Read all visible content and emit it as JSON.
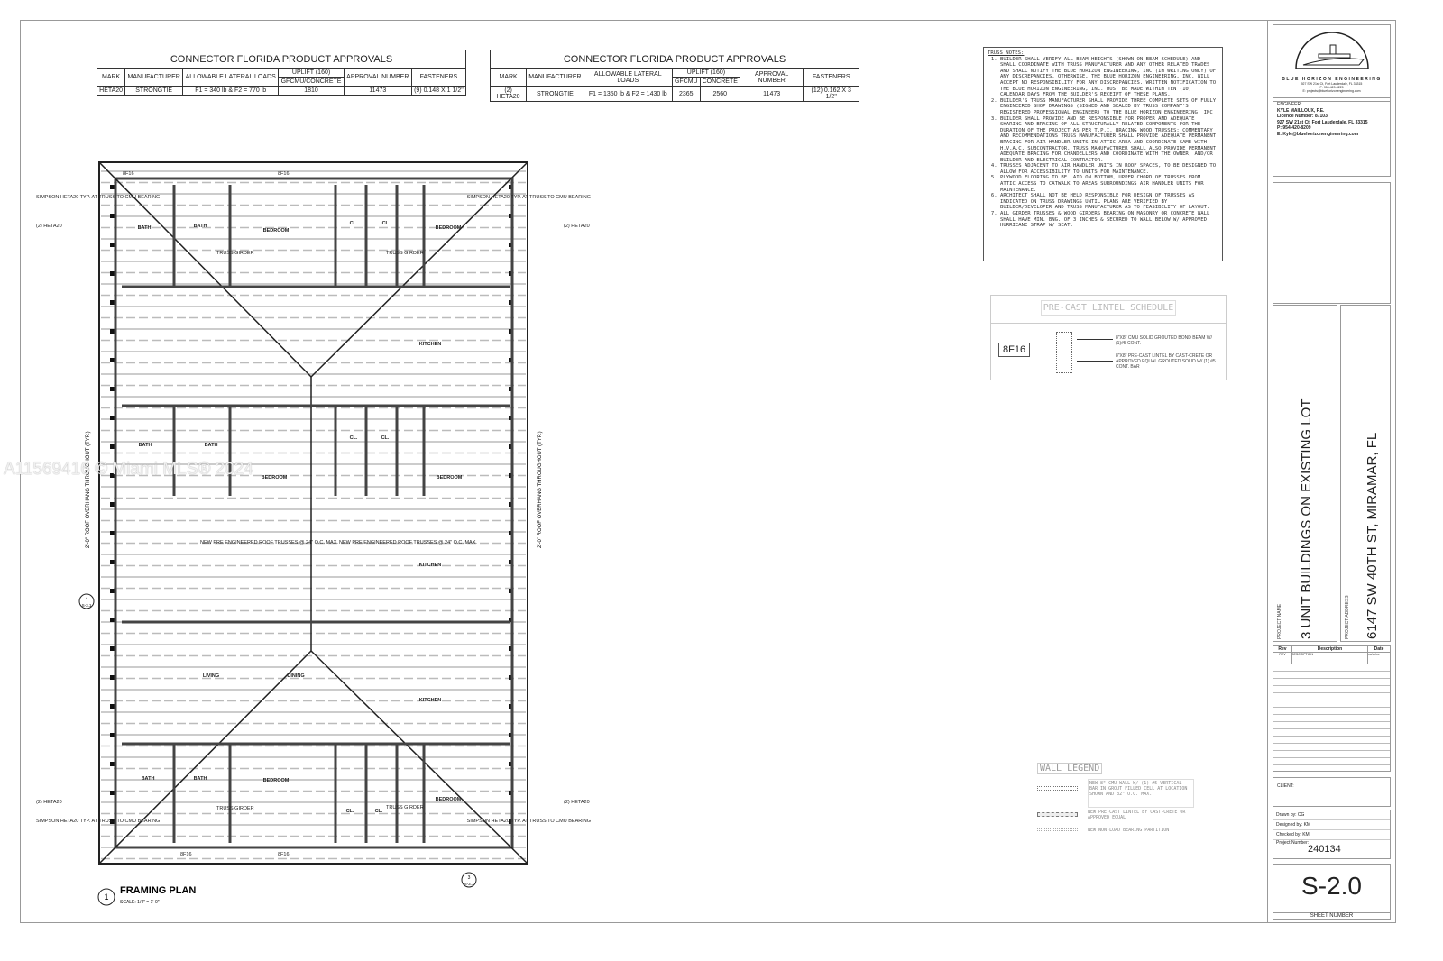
{
  "tables": [
    {
      "title": "CONNECTOR FLORIDA PRODUCT APPROVALS",
      "headers": {
        "mark": "MARK",
        "manufacturer": "MANUFACTURER",
        "lateral": "ALLOWABLE LATERAL LOADS",
        "uplift": "UPLIFT (160)",
        "uplift_sub": "GFCMU/CONCRETE",
        "approval": "APPROVAL NUMBER",
        "fasteners": "FASTENERS"
      },
      "row": {
        "mark": "HETA20",
        "manufacturer": "STRONGTIE",
        "lateral": "F1 = 340 lb & F2 = 770 lb",
        "uplift": "1810",
        "approval": "11473",
        "fasteners": "(9) 0.148 X 1 1/2\""
      }
    },
    {
      "title": "CONNECTOR FLORIDA PRODUCT APPROVALS",
      "headers": {
        "mark": "MARK",
        "manufacturer": "MANUFACTURER",
        "lateral": "ALLOWABLE LATERAL LOADS",
        "uplift": "UPLIFT (160)",
        "uplift_sub1": "GFCMU",
        "uplift_sub2": "CONCRETE",
        "approval": "APPROVAL NUMBER",
        "fasteners": "FASTENERS"
      },
      "row": {
        "mark": "(2) HETA20",
        "manufacturer": "STRONGTIE",
        "lateral": "F1 = 1350 lb & F2 = 1430 lb",
        "uplift1": "2365",
        "uplift2": "2560",
        "approval": "11473",
        "fasteners": "(12) 0.162 X 3 1/2\""
      }
    }
  ],
  "truss_notes": {
    "title": "TRUSS NOTES:",
    "items": [
      "BUILDER SHALL VERIFY ALL BEAM HEIGHTS (SHOWN ON BEAM SCHEDULE) AND SHALL COORDINATE WITH TRUSS MANUFACTURER AND ANY OTHER RELATED TRADES AND SHALL NOTIFY THE BLUE HORIZON ENGINEERING, INC (IN WRITING ONLY) OF ANY DISCREPANCIES. OTHERWISE, THE BLUE HORIZON ENGINEERING, INC. WILL ACCEPT NO RESPONSIBILITY FOR ANY DISCREPANCIES. WRITTEN NOTIFICATION TO THE BLUE HORIZON ENGINEERING, INC. MUST BE MADE WITHIN TEN (10) CALENDAR DAYS FROM THE BUILDER'S RECEIPT OF THESE PLANS.",
      "BUILDER'S TRUSS MANUFACTURER SHALL PROVIDE THREE COMPLETE SETS OF FULLY ENGINEERED SHOP DRAWINGS (SIGNED AND SEALED BY TRUSS COMPANY'S REGISTERED PROFESSIONAL ENGINEER) TO THE BLUE HORIZON ENGINEERING, INC",
      "BUILDER SHALL PROVIDE AND BE RESPONSIBLE FOR PROPER AND ADEQUATE SHARING AND BRACING OF ALL STRUCTURALLY RELATED COMPONENTS FOR THE DURATION OF THE PROJECT AS PER T.P.I. BRACING WOOD TRUSSES: COMMENTARY AND RECOMMENDATIONS TRUSS MANUFACTURER SHALL PROVIDE ADEQUATE PERMANENT BRACING FOR AIR HANDLER UNITS IN ATTIC AREA AND COORDINATE SAME WITH H.V.A.C. SUBCONTRACTOR. TRUSS MANUFACTURER SHALL ALSO PROVIDE PERMANENT ADEQUATE BRACING FOR CHANDELLERS AND COORDINATE WITH THE OWNER, AND/OR BUILDER AND ELECTRICAL CONTRACTOR.",
      "TRUSSES ADJACENT TO AIR HANDLER UNITS IN ROOF SPACES, TO BE DESIGNED TO ALLOW FOR ACCESSIBILITY TO UNITS FOR MAINTENANCE.",
      "PLYWOOD FLOORING TO BE LAID ON BOTTOM, UPPER CHORD OF TRUSSES FROM ATTIC ACCESS TO CATWALK TO AREAS SURROUNDINGS AIR HANDLER UNITS FOR MAINTENANCE.",
      "ARCHITECT SHALL NOT BE HELD RESPONSIBLE FOR DESIGN OF TRUSSES AS INDICATED ON TRUSS DRAWINGS UNTIL PLANS ARE VERIFIED BY BUILDER/DEVELOPER AND TRUSS MANUFACTURER AS TO FEASIBILITY OF LAYOUT.",
      "ALL GIRDER TRUSSES & WOOD GIRDERS BEARING ON MASONRY OR CONCRETE WALL SHALL HAVE MIN. BNG. OF 3 INCHES & SECURED TO WALL BELOW W/ APPROVED HURRICANE STRAP W/ SEAT."
    ]
  },
  "lintel": {
    "title": "PRE-CAST LINTEL SCHEDULE",
    "mark": "8F16",
    "note1": "8\"X8\" CMU SOLID GROUTED BOND BEAM W/ (1)#5 CONT.",
    "note2": "8\"X8\" PRE-CAST LINTEL BY CAST-CRETE OR APPROVED EQUAL GROUTED SOLID W/ (1) #5 CONT. BAR"
  },
  "wall_legend": {
    "title": "WALL LEGEND",
    "items": [
      "NEW 8\" CMU WALL W/ (1) #5 VERTICAL BAR IN GROUT FILLED CELL AT LOCATION SHOWN AND 32\" O.C. MAX.",
      "NEW PRE-CAST LINTEL BY CAST-CRETE OR APPROVED EQUAL",
      "NEW NON-LOAD BEARING PARTITION"
    ]
  },
  "plan": {
    "title": "FRAMING PLAN",
    "number": "1",
    "scale": "SCALE: 1/4\" = 1'-0\"",
    "rooms": [
      "BATH",
      "BATH",
      "BEDROOM",
      "CL.",
      "CL.",
      "BEDROOM",
      "KITCHEN",
      "BATH",
      "BATH",
      "CL.",
      "CL.",
      "BEDROOM",
      "BEDROOM",
      "KITCHEN",
      "LIVING",
      "DINING",
      "KITCHEN",
      "BATH",
      "BATH",
      "BEDROOM",
      "CL.",
      "CL.",
      "BEDROOM"
    ],
    "truss_girder": "TRUSS GIRDER",
    "new_trusses": "NEW PRE ENGINEERED ROOF TRUSSES @ 24\" O.C. MAX.",
    "overhang": "2'-0\" ROOF OVERHANG THROUGHOUT (TYP.)",
    "simpson": "SIMPSON HETA20 TYP. AT TRUSS TO CMU BEARING",
    "heta": "(2) HETA20",
    "lintel_tag": "8F16",
    "section_tag_1": {
      "num": "4",
      "sheet": "S-3.1"
    },
    "section_tag_2": {
      "num": "3",
      "sheet": "S-3.1"
    }
  },
  "title_block": {
    "company": "BLUE HORIZON ENGINEERING",
    "company_address": "927 SW 21st Ct, Fort Lauderdale, FL 33315",
    "company_phone": "P: 954-420-8225",
    "company_email": "E: projects@bluehorizonengineering.com",
    "engineer_label": "ENGINEER:",
    "engineer_name": "KYLE MAILLOUX, P.E.",
    "licence": "Licence Number: 87103",
    "engineer_address": "927 SW 21st Ct, Fort Lauderdale, FL 33315",
    "engineer_phone": "P: 954-420-8209",
    "engineer_email": "E: Kyle@bluehorizonengineering.com",
    "project_name_label": "PROJECT NAME",
    "project_name": "3 UNIT BUILDINGS ON EXISTING LOT",
    "project_address_label": "PROJECT ADDRESS",
    "project_address": "6147 SW 40TH ST, MIRAMAR, FL",
    "rev_headers": [
      "Rev",
      "Description",
      "Date"
    ],
    "rev_row": [
      "REV",
      "DESCRIPTION",
      "xx/xx/xx"
    ],
    "client_label": "CLIENT:",
    "drawn_label": "Drawn by:",
    "drawn": "CG",
    "designed_label": "Designed by:",
    "designed": "KM",
    "checked_label": "Checked by:",
    "checked": "KM",
    "project_number_label": "Project Number:",
    "project_number": "240134",
    "sheet": "S-2.0",
    "sheet_label": "SHEET NUMBER"
  },
  "watermark": "A11569416 © Miami MLS® 2024"
}
